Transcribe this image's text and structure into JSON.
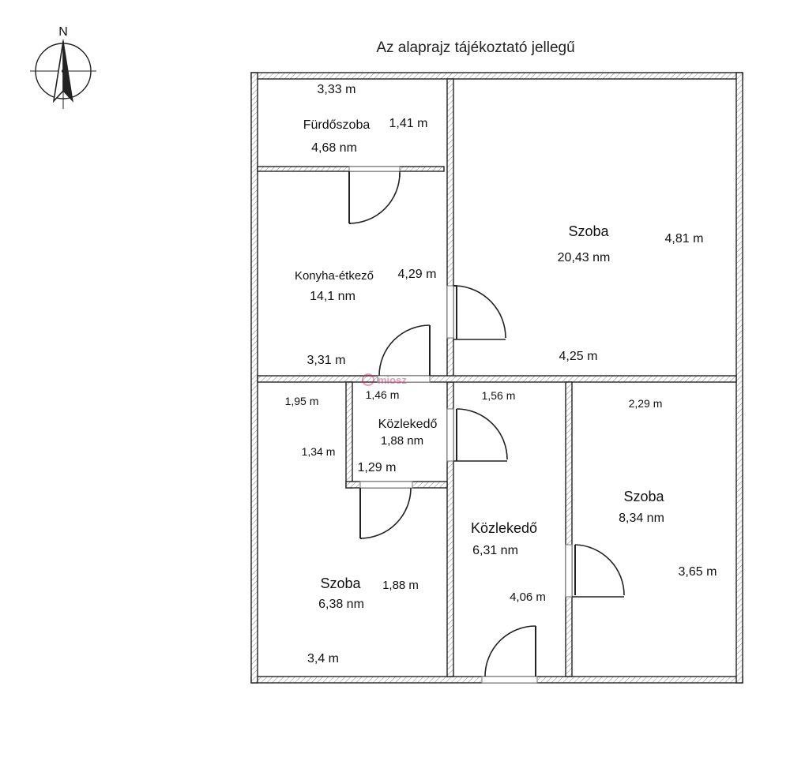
{
  "title": "Az alaprajz tájékoztató jellegű",
  "compass": {
    "label": "N",
    "icon": "north-arrow-icon"
  },
  "watermark": {
    "text": "miosz",
    "color": "#d81f5a"
  },
  "colors": {
    "wall": "#222222",
    "hatch": "#888888",
    "background": "#ffffff"
  },
  "rooms": {
    "furdoszoba": {
      "name": "Fürdőszoba",
      "area": "4,68 nm",
      "width": "3,33 m",
      "depth": "1,41 m"
    },
    "konyha": {
      "name": "Konyha-étkező",
      "area": "14,1 nm",
      "width": "3,31 m",
      "depth": "4,29 m"
    },
    "szoba_large": {
      "name": "Szoba",
      "area": "20,43 nm",
      "width": "4,25 m",
      "depth": "4,81 m"
    },
    "kozlekedo_small": {
      "name": "Közlekedő",
      "area": "1,88 nm",
      "width": "1,46 m",
      "depth": "1,29 m"
    },
    "szoba_left": {
      "name": "Szoba",
      "area": "6,38 nm",
      "width": "3,4 m",
      "depth": "1,88 m",
      "extra_width": "1,95 m",
      "extra_depth": "1,34 m"
    },
    "kozlekedo_long": {
      "name": "Közlekedő",
      "area": "6,31 nm",
      "width": "1,56 m",
      "depth": "4,06 m"
    },
    "szoba_right": {
      "name": "Szoba",
      "area": "8,34 nm",
      "width": "2,29 m",
      "depth": "3,65 m"
    }
  }
}
